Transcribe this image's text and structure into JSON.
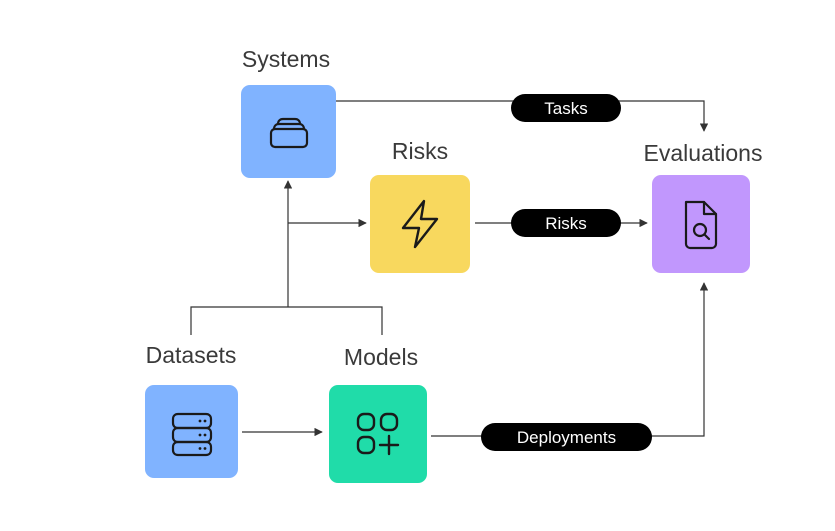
{
  "nodes": {
    "systems": {
      "label": "Systems",
      "color": "#80b3ff",
      "icon": "archive-drawer-icon"
    },
    "risks": {
      "label": "Risks",
      "color": "#f8d85e",
      "icon": "lightning-bolt-icon"
    },
    "evaluations": {
      "label": "Evaluations",
      "color": "#c197fd",
      "icon": "document-search-icon"
    },
    "datasets": {
      "label": "Datasets",
      "color": "#80b3ff",
      "icon": "server-stack-icon"
    },
    "models": {
      "label": "Models",
      "color": "#20dca9",
      "icon": "apps-grid-plus-icon"
    }
  },
  "edges": {
    "tasks": "Tasks",
    "risks": "Risks",
    "deployments": "Deployments"
  },
  "colors": {
    "line": "#333333",
    "pill_bg": "#000000",
    "pill_text": "#ffffff"
  }
}
